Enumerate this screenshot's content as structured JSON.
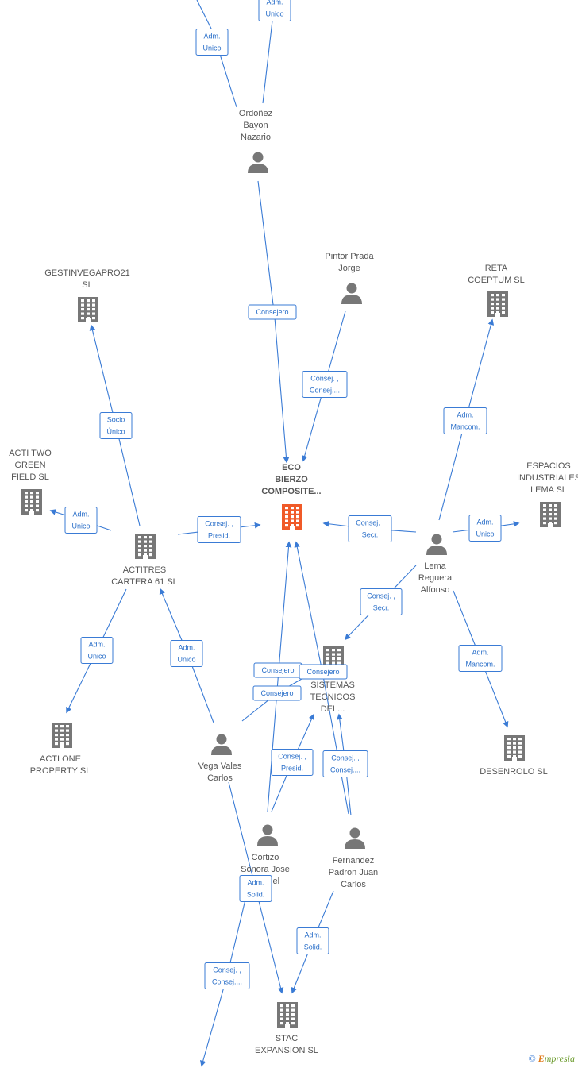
{
  "colors": {
    "edge": "#3a7bd5",
    "node": "#777777",
    "focus": "#f05a28",
    "label": "#555555"
  },
  "brand": {
    "copyright": "©",
    "initial": "E",
    "rest": "mpresia"
  },
  "nodes": {
    "ordonez": {
      "kind": "person",
      "label": [
        "Ordoñez",
        "Bayon",
        "Nazario"
      ]
    },
    "pintor": {
      "kind": "person",
      "label": [
        "Pintor Prada",
        "Jorge"
      ]
    },
    "gestinvega": {
      "kind": "company",
      "label": [
        "GESTINVEGAPRO21",
        "SL"
      ]
    },
    "reta": {
      "kind": "company",
      "label": [
        "RETA",
        "COEPTUM  SL"
      ]
    },
    "actitwo": {
      "kind": "company",
      "label": [
        "ACTI TWO",
        "GREEN",
        "FIELD  SL"
      ]
    },
    "eco": {
      "kind": "focus",
      "label": [
        "ECO",
        "BIERZO",
        "COMPOSITE..."
      ]
    },
    "espacios": {
      "kind": "company",
      "label": [
        "ESPACIOS",
        "INDUSTRIALES",
        "LEMA  SL"
      ]
    },
    "actitres": {
      "kind": "company",
      "label": [
        "ACTITRES",
        "CARTERA 61  SL"
      ]
    },
    "lema": {
      "kind": "person",
      "label": [
        "Lema",
        "Reguera",
        "Alfonso"
      ]
    },
    "sistemas": {
      "kind": "company",
      "label": [
        "SISTEMAS",
        "TECNICOS",
        "DEL..."
      ]
    },
    "actione": {
      "kind": "company",
      "label": [
        "ACTI ONE",
        "PROPERTY  SL"
      ]
    },
    "vega": {
      "kind": "person",
      "label": [
        "Vega Vales",
        "Carlos"
      ]
    },
    "desenrolo": {
      "kind": "company",
      "label": [
        "DESENROLO  SL"
      ]
    },
    "cortizo": {
      "kind": "person",
      "label": [
        "Cortizo",
        "Sonora Jose",
        "Manuel"
      ]
    },
    "fernandez": {
      "kind": "person",
      "label": [
        "Fernandez",
        "Padron Juan",
        "Carlos"
      ]
    },
    "stac": {
      "kind": "company",
      "label": [
        "STAC",
        "EXPANSION  SL"
      ]
    }
  },
  "edges": [
    {
      "label": [
        "Adm.",
        "Unico"
      ]
    },
    {
      "label": [
        "Adm.",
        "Unico"
      ]
    },
    {
      "label": [
        "Consejero"
      ]
    },
    {
      "label": [
        "Consej. ,",
        "Consej...."
      ]
    },
    {
      "label": [
        "Socio",
        "Único"
      ]
    },
    {
      "label": [
        "Adm.",
        "Mancom."
      ]
    },
    {
      "label": [
        "Adm.",
        "Unico"
      ]
    },
    {
      "label": [
        "Consej. ,",
        "Presid."
      ]
    },
    {
      "label": [
        "Consej. ,",
        "Secr."
      ]
    },
    {
      "label": [
        "Adm.",
        "Unico"
      ]
    },
    {
      "label": [
        "Consej. ,",
        "Secr."
      ]
    },
    {
      "label": [
        "Adm.",
        "Unico"
      ]
    },
    {
      "label": [
        "Adm.",
        "Unico"
      ]
    },
    {
      "label": [
        "Adm.",
        "Mancom."
      ]
    },
    {
      "label": [
        "Consejero"
      ]
    },
    {
      "label": [
        "Consejero"
      ]
    },
    {
      "label": [
        "Consejero"
      ]
    },
    {
      "label": [
        "Consej. ,",
        "Presid."
      ]
    },
    {
      "label": [
        "Consej. ,",
        "Consej...."
      ]
    },
    {
      "label": [
        "Adm.",
        "Solid."
      ]
    },
    {
      "label": [
        "Adm.",
        "Solid."
      ]
    },
    {
      "label": [
        "Consej. ,",
        "Consej...."
      ]
    }
  ]
}
